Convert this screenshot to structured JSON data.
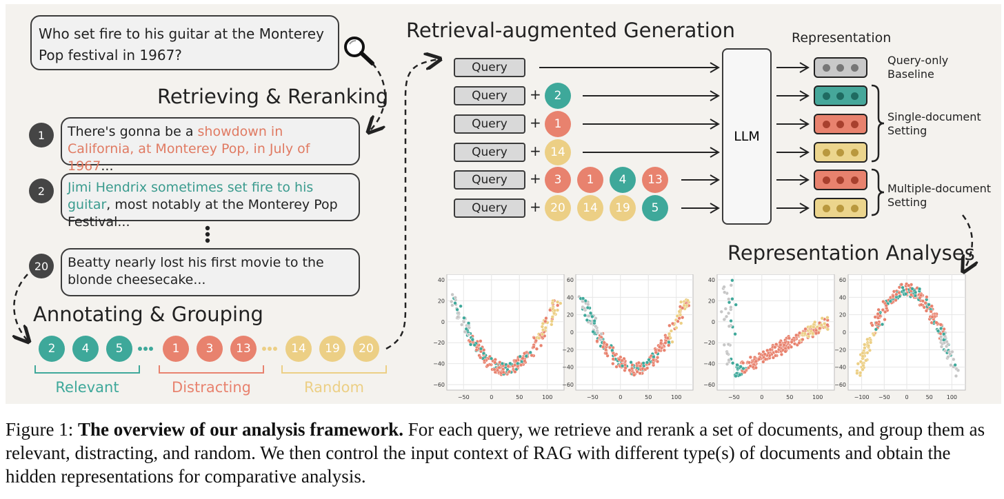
{
  "query": {
    "text": "Who set fire to his guitar at the Monterey Pop festival in 1967?",
    "icon": "magnifier-icon"
  },
  "headings": {
    "retrieving": "Retrieving & Reranking",
    "annotating": "Annotating & Grouping",
    "rag": "Retrieval-augmented Generation",
    "representation": "Representation",
    "analyses": "Representation Analyses"
  },
  "documents": [
    {
      "rank": "1",
      "highlight": "showdown in California, at Monterey Pop, in July of 1967",
      "pre": "There's gonna be a ",
      "post": "...",
      "highlight_color": "#e07a62"
    },
    {
      "rank": "2",
      "highlight": "Jimi Hendrix sometimes set fire to his guitar",
      "pre": "",
      "post": ", most notably at the Monterey Pop Festival...",
      "highlight_color": "#3a9b8e"
    },
    {
      "rank": "20",
      "highlight": "",
      "pre": "Beatty nearly lost his first movie to the blonde cheesecake...",
      "post": ""
    }
  ],
  "groups": {
    "relevant": {
      "label": "Relevant",
      "items": [
        "2",
        "4",
        "5"
      ],
      "color": "#3ea89a"
    },
    "distracting": {
      "label": "Distracting",
      "items": [
        "1",
        "3",
        "13"
      ],
      "color": "#e8826e"
    },
    "random": {
      "label": "Random",
      "items": [
        "14",
        "19",
        "20"
      ],
      "color": "#eccf85"
    }
  },
  "rag_rows": [
    {
      "query": "Query",
      "docs": [],
      "rep_color": "#c9c9c9",
      "rep_dot": "#777777"
    },
    {
      "query": "Query",
      "docs": [
        {
          "n": "2",
          "g": "relevant"
        }
      ],
      "rep_color": "#46a79a",
      "rep_dot": "#1f6b61"
    },
    {
      "query": "Query",
      "docs": [
        {
          "n": "1",
          "g": "distracting"
        }
      ],
      "rep_color": "#e8826e",
      "rep_dot": "#a8402e"
    },
    {
      "query": "Query",
      "docs": [
        {
          "n": "14",
          "g": "random"
        }
      ],
      "rep_color": "#ecd58d",
      "rep_dot": "#b9983e"
    },
    {
      "query": "Query",
      "docs": [
        {
          "n": "3",
          "g": "distracting"
        },
        {
          "n": "1",
          "g": "distracting"
        },
        {
          "n": "4",
          "g": "relevant"
        },
        {
          "n": "13",
          "g": "distracting"
        }
      ],
      "rep_color": "#e8826e",
      "rep_dot": "#a8402e"
    },
    {
      "query": "Query",
      "docs": [
        {
          "n": "20",
          "g": "random"
        },
        {
          "n": "14",
          "g": "random"
        },
        {
          "n": "19",
          "g": "random"
        },
        {
          "n": "5",
          "g": "relevant"
        }
      ],
      "rep_color": "#ecd58d",
      "rep_dot": "#b9983e"
    }
  ],
  "llm": "LLM",
  "plus": "+",
  "settings": {
    "baseline": "Query-only Baseline",
    "single": "Single-document Setting",
    "multiple": "Multiple-document Setting"
  },
  "plots": [
    {
      "xticks": [
        "−50",
        "0",
        "50",
        "100"
      ],
      "yticks": [
        "40",
        "20",
        "0",
        "−20",
        "−40",
        "−60"
      ],
      "shape": "u"
    },
    {
      "xticks": [
        "−50",
        "0",
        "50",
        "100"
      ],
      "yticks": [
        "60",
        "40",
        "20",
        "0",
        "−20",
        "−40",
        "−60"
      ],
      "shape": "u2"
    },
    {
      "xticks": [
        "−50",
        "0",
        "50",
        "100"
      ],
      "yticks": [
        "40",
        "20",
        "0",
        "−20",
        "−40",
        "−60"
      ],
      "shape": "line"
    },
    {
      "xticks": [
        "−100",
        "−50",
        "0",
        "50",
        "100"
      ],
      "yticks": [
        "60",
        "40",
        "20",
        "0",
        "−20",
        "−40",
        "−60"
      ],
      "shape": "arch"
    }
  ],
  "caption": {
    "label": "Figure 1: ",
    "bold": "The overview of our analysis framework.",
    "rest": " For each query, we retrieve and rerank a set of documents, and group them as relevant, distracting, and random. We then control the input context of RAG with different type(s) of documents and obtain the hidden representations for comparative analysis."
  }
}
